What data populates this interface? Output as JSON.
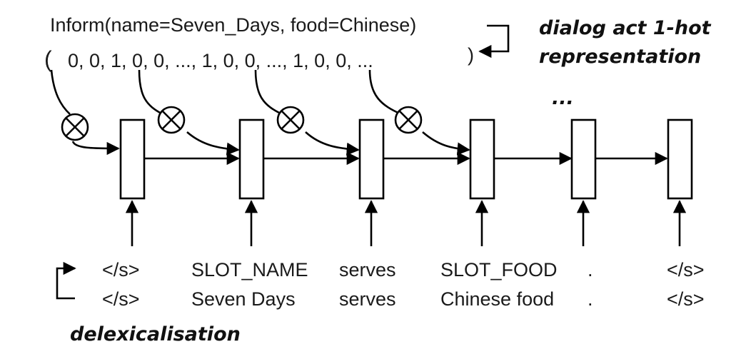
{
  "dialog_act": "Inform(name=Seven_Days, food=Chinese)",
  "vector": "0, 0, 1, 0, 0, ..., 1, 0, 0, ..., 1, 0, 0, ...",
  "labels": {
    "one_hot": [
      "dialog act 1-hot",
      "representation"
    ],
    "delex": "delexicalisation",
    "ellipsis": "..."
  },
  "delex_tokens": [
    "</s>",
    "SLOT_NAME",
    "serves",
    "SLOT_FOOD",
    ".",
    "</s>"
  ],
  "lex_tokens": [
    "</s>",
    "Seven Days",
    "serves",
    "Chinese food",
    ".",
    "</s>"
  ],
  "cell_count": 6,
  "gate_count": 4
}
